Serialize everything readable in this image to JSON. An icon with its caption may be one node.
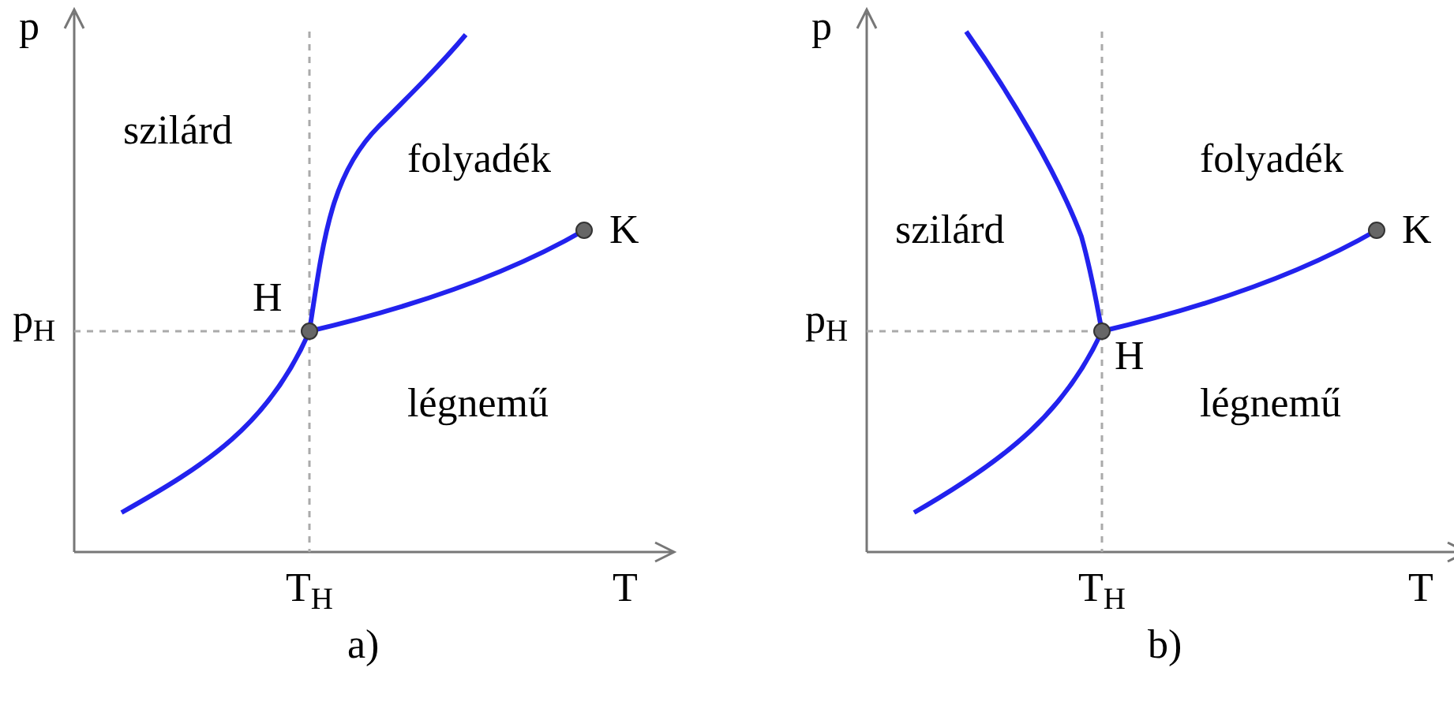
{
  "diagram": {
    "labels": [
      "p",
      "szilárd",
      "folyadék",
      "H",
      "K",
      "p$_{H}$",
      "légnemű",
      "T$_{H}$",
      "T",
      "a)",
      "p",
      "folyadék",
      "szilárd",
      "K",
      "p$_{H}$",
      "H",
      "légnemű",
      "T$_{H}$",
      "T",
      "b)"
    ]
  }
}
